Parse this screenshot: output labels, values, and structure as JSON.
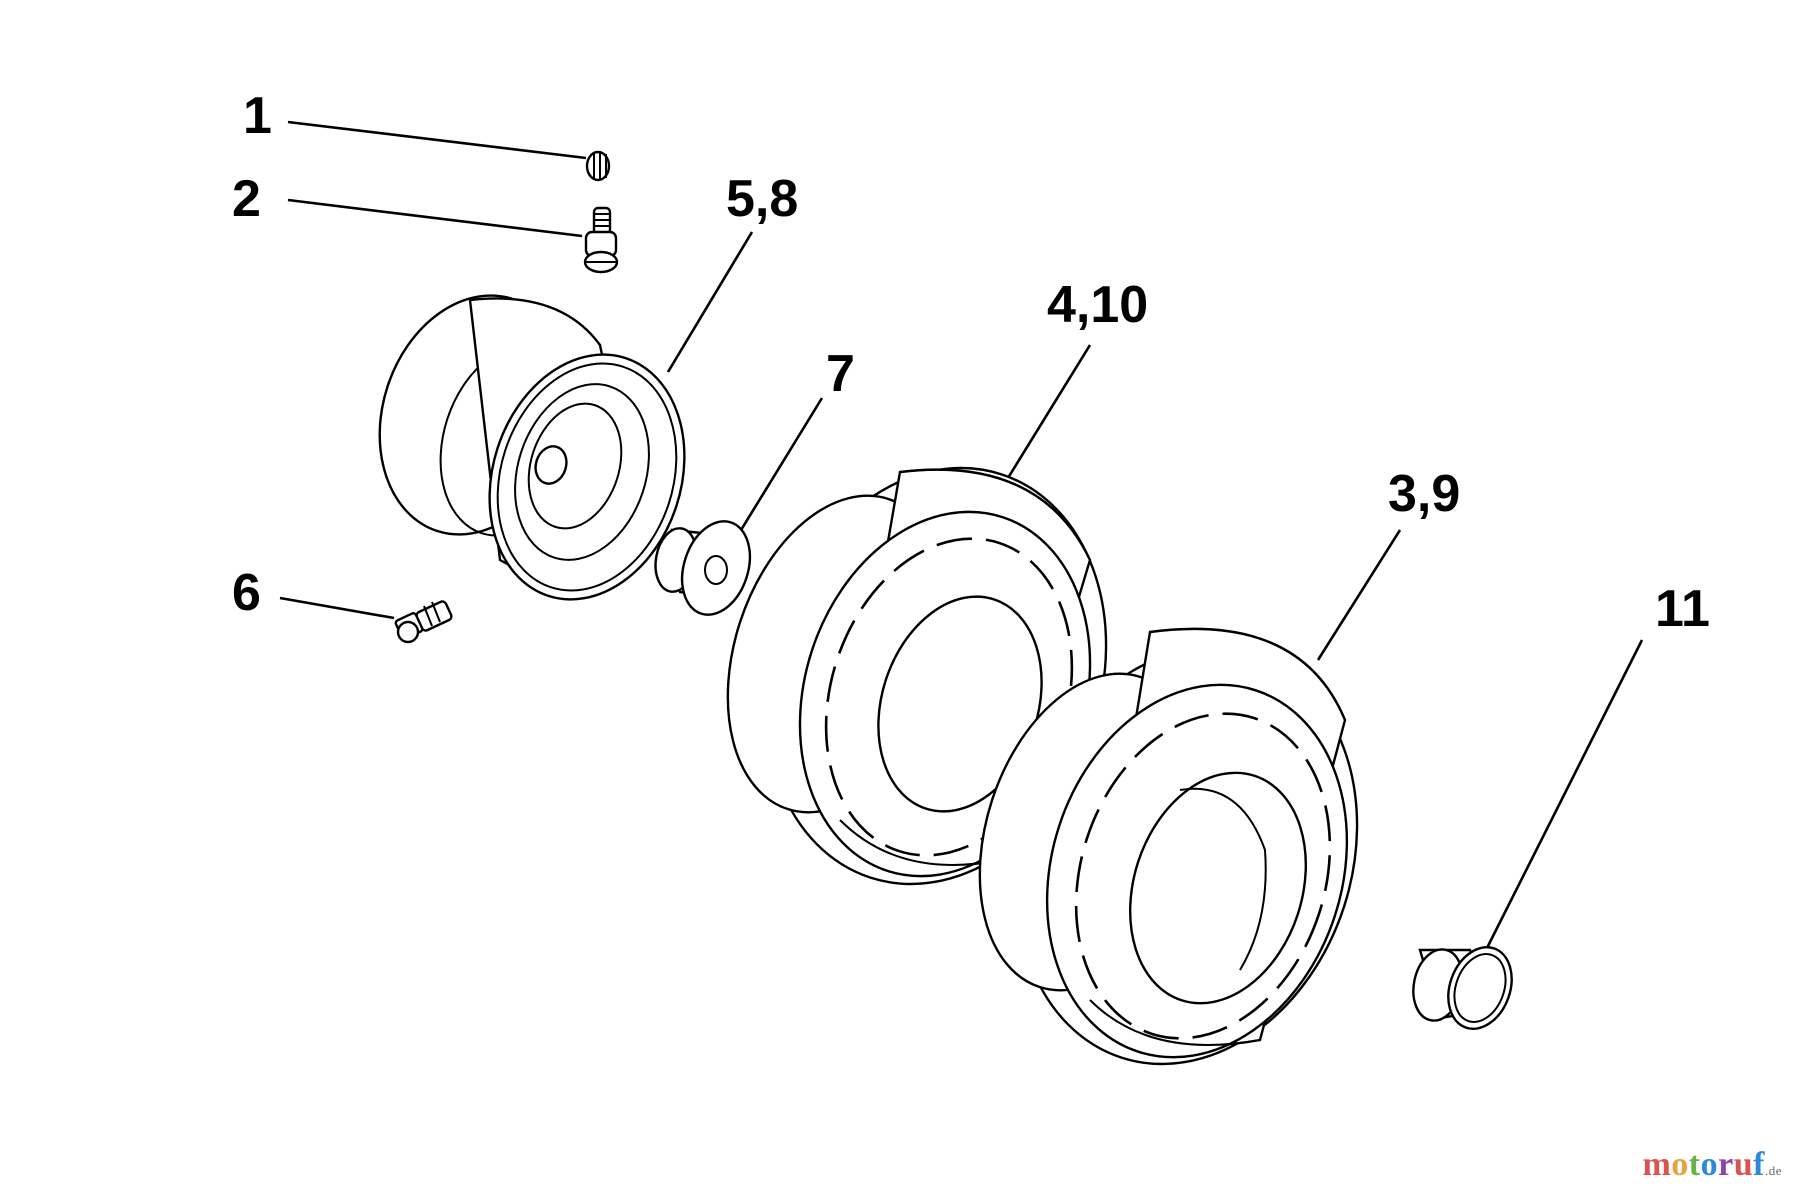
{
  "callouts": {
    "c1": "1",
    "c2": "2",
    "c58": "5,8",
    "c410": "4,10",
    "c7": "7",
    "c39": "3,9",
    "c6": "6",
    "c11": "11"
  },
  "watermark": {
    "letters": [
      "m",
      "o",
      "t",
      "o",
      "r",
      "u",
      "f"
    ],
    "colors": [
      "#d9534f",
      "#e8a33d",
      "#6ab04c",
      "#2f89d9",
      "#8e44ad",
      "#d9534f",
      "#2f89d9"
    ],
    "suffix": ".de"
  }
}
